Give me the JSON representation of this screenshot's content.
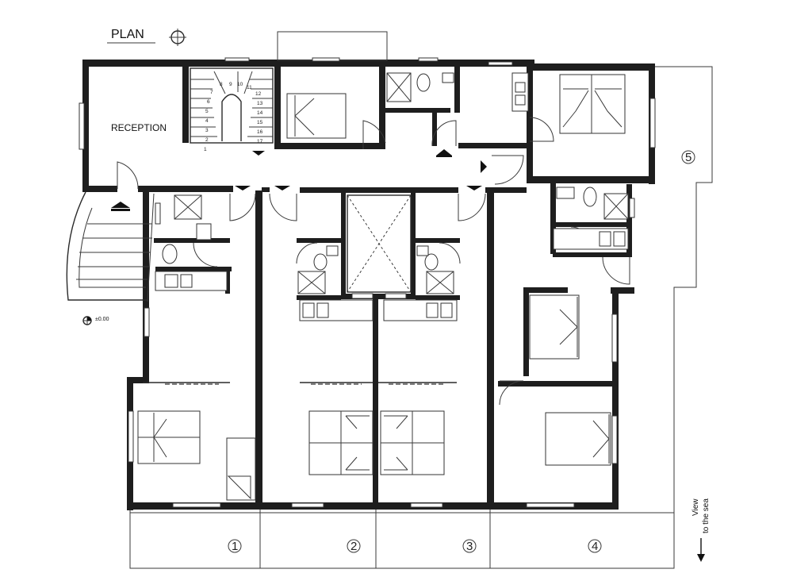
{
  "title": "PLAN",
  "reception_label": "RECEPTION",
  "level_marker": "±0.00",
  "view_note_line1": "View",
  "view_note_line2": "to the sea",
  "units": [
    "1",
    "2",
    "3",
    "4",
    "5"
  ],
  "stair_steps": [
    "1",
    "2",
    "3",
    "4",
    "5",
    "6",
    "7",
    "8",
    "9",
    "10",
    "11",
    "12",
    "13",
    "14",
    "15",
    "16",
    "17"
  ],
  "icons": [
    "north-arrow-icon",
    "entrance-arrow-icon",
    "level-marker-icon",
    "direction-arrow-icon"
  ]
}
